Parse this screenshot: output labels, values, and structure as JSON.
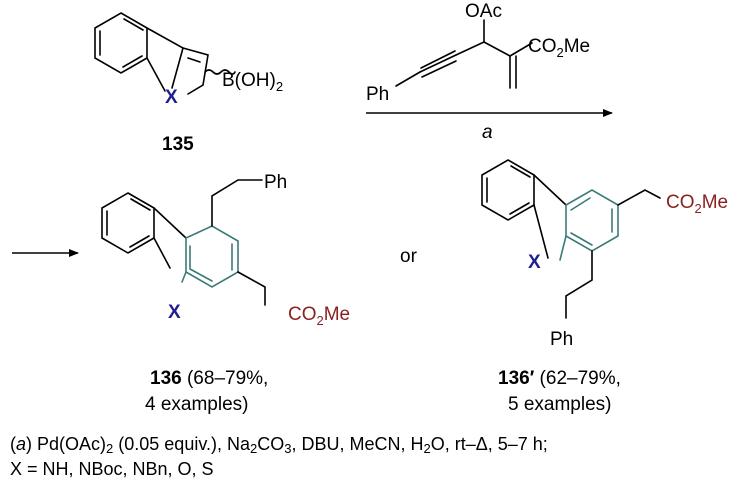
{
  "reactant": {
    "heteroatom": "X",
    "boronic_group": "B(OH)",
    "boronic_sub": "2",
    "compound_number": "135"
  },
  "reagent": {
    "acetate": "OAc",
    "ester": "CO",
    "ester_sub": "2",
    "ester_tail": "Me",
    "phenyl": "Ph"
  },
  "arrow_label": "a",
  "product_a": {
    "phenyl": "Ph",
    "heteroatom": "X",
    "ester": "CO",
    "ester_sub": "2",
    "ester_tail": "Me",
    "number": "136",
    "yield_text": " (68–79%,",
    "examples": "4 examples)"
  },
  "or_text": "or",
  "product_b": {
    "ester": "CO",
    "ester_sub": "2",
    "ester_tail": "Me",
    "heteroatom": "X",
    "phenyl": "Ph",
    "number": "136′",
    "yield_text": " (62–79%,",
    "examples": "5 examples)"
  },
  "caption": {
    "open": "(",
    "a": "a",
    "c1": ") Pd(OAc)",
    "s1": "2",
    "c2": " (0.05 equiv.), Na",
    "s2": "2",
    "c3": "CO",
    "s3": "3",
    "c4": ", DBU, MeCN, H",
    "s4": "2",
    "c5": "O, rt–Δ, 5–7 h;",
    "line2": "X = NH, NBoc, NBn, O, S"
  }
}
